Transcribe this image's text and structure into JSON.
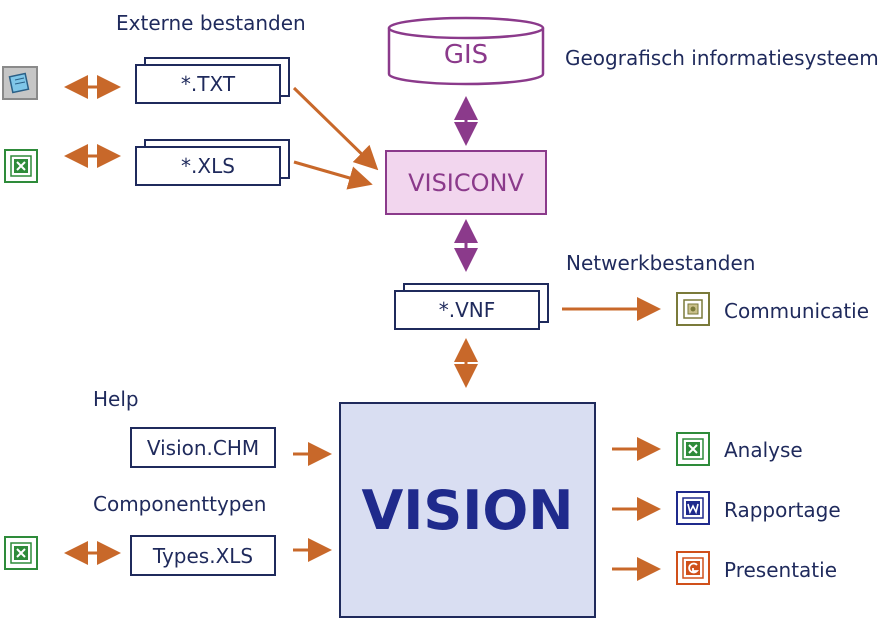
{
  "labels": {
    "external_files": "Externe bestanden",
    "gis_desc": "Geografisch informatiesysteem",
    "network_files": "Netwerkbestanden",
    "help": "Help",
    "component_types": "Componenttypen",
    "communication": "Communicatie",
    "analysis": "Analyse",
    "reporting": "Rapportage",
    "presentation": "Presentatie"
  },
  "files": {
    "txt": "*.TXT",
    "xls": "*.XLS",
    "vnf": "*.VNF",
    "chm": "Vision.CHM",
    "types": "Types.XLS"
  },
  "nodes": {
    "gis": "GIS",
    "visiconv": "VISICONV",
    "vision": "VISION"
  },
  "icons": {
    "notepad": "notepad-icon",
    "excel": "excel-icon",
    "word": "word-icon",
    "powerpoint": "powerpoint-icon",
    "communication": "communication-icon"
  },
  "colors": {
    "navy": "#1f2a5c",
    "purple": "#8b3a8b",
    "pink_fill": "#f2d6ee",
    "vision_fill": "#d9def2",
    "arrow_orange": "#c8682a",
    "excel_green": "#2e8b3a"
  }
}
